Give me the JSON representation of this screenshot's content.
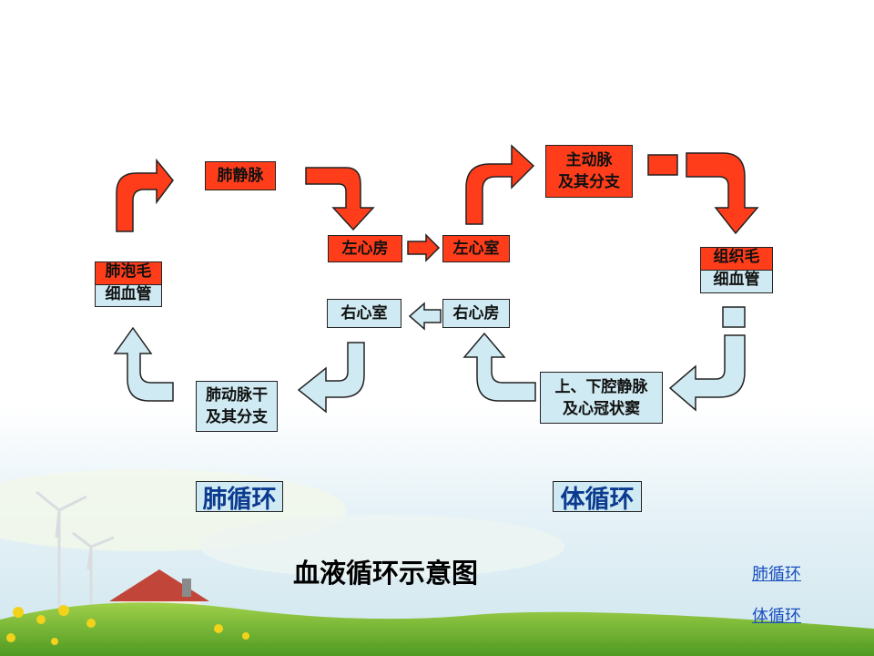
{
  "colors": {
    "artery_red": "#ff3d1a",
    "vein_blue": "#cfeaf2",
    "outline": "#222222",
    "label_text": "#0b3a8f",
    "link": "#1a4fbf"
  },
  "nodes": {
    "pulmonary_vein": "肺静脉",
    "left_atrium": "左心房",
    "left_ventricle": "左心室",
    "aorta": "主动脉\n及其分支",
    "aorta_line1": "主动脉",
    "aorta_line2": "及其分支",
    "alveolar_capillary_top": "肺泡毛",
    "alveolar_capillary_bottom": "细血管",
    "tissue_capillary_top": "组织毛",
    "tissue_capillary_bottom": "细血管",
    "right_ventricle": "右心室",
    "right_atrium": "右心房",
    "pulmonary_artery_line1": "肺动脉干",
    "pulmonary_artery_line2": "及其分支",
    "vena_cava_line1": "上、下腔静脉",
    "vena_cava_line2": "及心冠状窦"
  },
  "labels": {
    "pulmonary_circulation": "肺循环",
    "systemic_circulation": "体循环"
  },
  "title": "血液循环示意图",
  "links": {
    "pulmonary": "肺循环",
    "systemic": "体循环"
  }
}
